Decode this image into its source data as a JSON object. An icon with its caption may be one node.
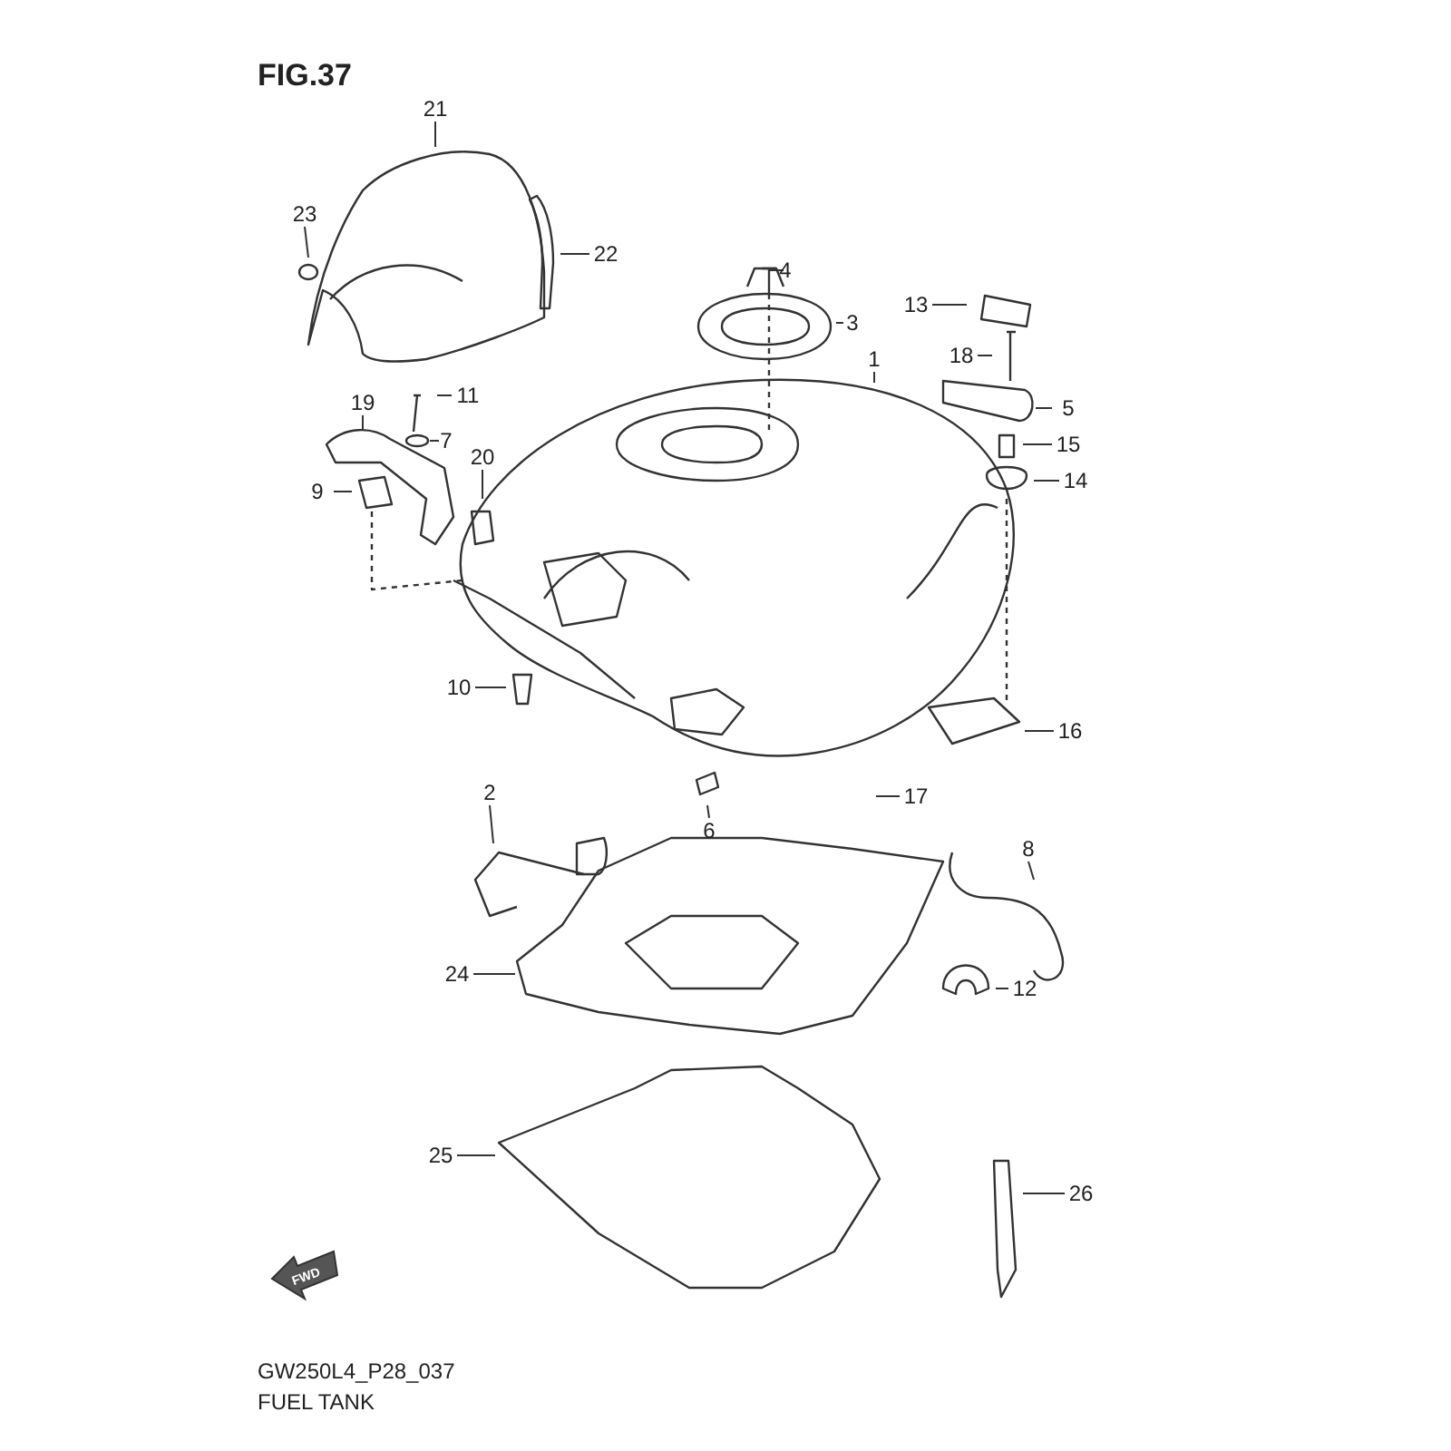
{
  "diagram": {
    "title": "FIG.37",
    "nodes": [
      {
        "text": [
          "21"
        ]
      },
      {
        "text": [
          "23"
        ]
      },
      {
        "text": [
          "22"
        ]
      },
      {
        "text": [
          "4"
        ]
      },
      {
        "text": [
          "13"
        ]
      },
      {
        "text": [
          "3"
        ]
      },
      {
        "text": [
          "1"
        ]
      },
      {
        "text": [
          "18"
        ]
      },
      {
        "text": [
          "11"
        ]
      },
      {
        "text": [
          "19"
        ]
      },
      {
        "text": [
          "5"
        ]
      },
      {
        "text": [
          "7"
        ]
      },
      {
        "text": [
          "15"
        ]
      },
      {
        "text": [
          "20"
        ]
      },
      {
        "text": [
          "14"
        ]
      },
      {
        "text": [
          "9"
        ]
      },
      {
        "text": [
          "10"
        ]
      },
      {
        "text": [
          "16"
        ]
      },
      {
        "text": [
          "2"
        ]
      },
      {
        "text": [
          "17"
        ]
      },
      {
        "text": [
          "6"
        ]
      },
      {
        "text": [
          "8"
        ]
      },
      {
        "text": [
          "24"
        ]
      },
      {
        "text": [
          "12"
        ]
      },
      {
        "text": [
          "25"
        ]
      },
      {
        "text": [
          "26"
        ]
      }
    ],
    "edges": [
      {
        "from": 0,
        "to": null,
        "arrow": "none"
      },
      {
        "from": 1,
        "to": null,
        "arrow": "none"
      },
      {
        "from": 2,
        "to": null,
        "arrow": "none"
      },
      {
        "from": 3,
        "to": null,
        "arrow": "none"
      },
      {
        "from": 4,
        "to": null,
        "arrow": "none"
      },
      {
        "from": 5,
        "to": null,
        "arrow": "none"
      },
      {
        "from": 6,
        "to": null,
        "arrow": "none"
      },
      {
        "from": 7,
        "to": null,
        "arrow": "none"
      },
      {
        "from": 8,
        "to": null,
        "arrow": "none"
      },
      {
        "from": 9,
        "to": null,
        "arrow": "none"
      },
      {
        "from": 10,
        "to": null,
        "arrow": "none"
      },
      {
        "from": 11,
        "to": null,
        "arrow": "none"
      },
      {
        "from": 12,
        "to": null,
        "arrow": "none"
      },
      {
        "from": 13,
        "to": null,
        "arrow": "none"
      },
      {
        "from": 14,
        "to": null,
        "arrow": "none"
      },
      {
        "from": 15,
        "to": null,
        "arrow": "none"
      },
      {
        "from": 16,
        "to": null,
        "arrow": "none"
      },
      {
        "from": 17,
        "to": null,
        "arrow": "none"
      },
      {
        "from": 18,
        "to": null,
        "arrow": "none"
      },
      {
        "from": 19,
        "to": null,
        "arrow": "none"
      },
      {
        "from": 20,
        "to": null,
        "arrow": "none"
      },
      {
        "from": 21,
        "to": null,
        "arrow": "none"
      },
      {
        "from": 22,
        "to": null,
        "arrow": "none"
      },
      {
        "from": 23,
        "to": null,
        "arrow": "none"
      },
      {
        "from": 24,
        "to": null,
        "arrow": "none"
      },
      {
        "from": 25,
        "to": null,
        "arrow": "none"
      }
    ],
    "labels": [
      "FWD",
      "GW250L4_P28_037",
      "FUEL TANK"
    ]
  }
}
